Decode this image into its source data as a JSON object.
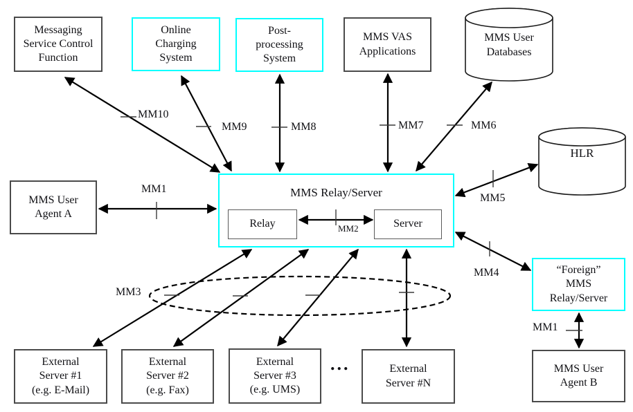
{
  "colors": {
    "highlight_border": "#00ffff",
    "box_border": "#4a4a4a",
    "line": "#000000",
    "text": "#101014",
    "background": "#ffffff"
  },
  "nodes": {
    "mscf": {
      "label": "Messaging\nService Control\nFunction"
    },
    "ocs": {
      "label": "Online\nCharging\nSystem"
    },
    "pps": {
      "label": "Post-\nprocessing\nSystem"
    },
    "vas": {
      "label": "MMS VAS\nApplications"
    },
    "user_databases": {
      "label": "MMS User\nDatabases"
    },
    "hlr": {
      "label": "HLR"
    },
    "relay_server": {
      "title": "MMS Relay/Server",
      "relay_label": "Relay",
      "server_label": "Server"
    },
    "agent_a": {
      "label": "MMS User\nAgent A"
    },
    "foreign_relay": {
      "label": "“Foreign”\nMMS\nRelay/Server"
    },
    "agent_b": {
      "label": "MMS User\nAgent B"
    },
    "ext1": {
      "label": "External\nServer #1\n(e.g. E-Mail)"
    },
    "ext2": {
      "label": "External\nServer #2\n(e.g. Fax)"
    },
    "ext3": {
      "label": "External\nServer #3\n(e.g. UMS)"
    },
    "extN": {
      "label": "External\nServer #N"
    },
    "ellipsis": "..."
  },
  "interfaces": {
    "mm1_a": "MM1",
    "mm1_b": "MM1",
    "mm2": "MM2",
    "mm3": "MM3",
    "mm4": "MM4",
    "mm5": "MM5",
    "mm6": "MM6",
    "mm7": "MM7",
    "mm8": "MM8",
    "mm9": "MM9",
    "mm10": "MM10"
  },
  "links": [
    {
      "label": "MM1",
      "from": "MMS User Agent A",
      "to": "MMS Relay/Server"
    },
    {
      "label": "MM2",
      "from": "Relay",
      "to": "Server"
    },
    {
      "label": "MM3",
      "from": "MMS Relay/Server",
      "to": "External Servers #1..#N"
    },
    {
      "label": "MM4",
      "from": "MMS Relay/Server",
      "to": "“Foreign” MMS Relay/Server"
    },
    {
      "label": "MM5",
      "from": "MMS Relay/Server",
      "to": "HLR"
    },
    {
      "label": "MM6",
      "from": "MMS Relay/Server",
      "to": "MMS User Databases"
    },
    {
      "label": "MM7",
      "from": "MMS Relay/Server",
      "to": "MMS VAS Applications"
    },
    {
      "label": "MM8",
      "from": "MMS Relay/Server",
      "to": "Post-processing System"
    },
    {
      "label": "MM9",
      "from": "MMS Relay/Server",
      "to": "Online Charging System"
    },
    {
      "label": "MM10",
      "from": "MMS Relay/Server",
      "to": "Messaging Service Control Function"
    },
    {
      "label": "MM1",
      "from": "“Foreign” MMS Relay/Server",
      "to": "MMS User Agent B"
    }
  ]
}
